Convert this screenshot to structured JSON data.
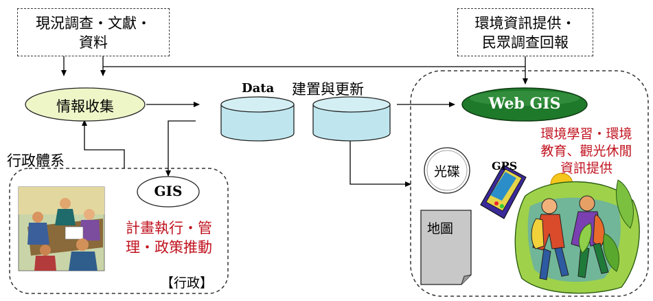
{
  "sources": {
    "left_box": {
      "line1": "現況調查・文獻・",
      "line2": "資料"
    },
    "right_box": {
      "line1": "環境資訊提供・",
      "line2": "民眾調查回報"
    }
  },
  "nodes": {
    "intel_collection": "情報收集",
    "data_label": "Data",
    "data_caption": "建置與更新",
    "web_gis": "Web GIS",
    "gis": "GIS",
    "admin_system": "行政體系",
    "admin_tasks": {
      "line1": "計畫執行・管",
      "line2": "理・政策推動"
    },
    "admin_tag": "【行政】",
    "public_services": {
      "line1": "環境學習・環境",
      "line2": "教育、觀光休閒",
      "line3": "資訊提供"
    },
    "cd": "光碟",
    "gps": "GPS",
    "map": "地圖"
  },
  "icons": [
    "meeting-clipart-icon",
    "gps-device-icon",
    "hikers-clipart-icon",
    "sun-icon",
    "leaf-icon"
  ],
  "colors": {
    "ellipse_fill": "#eef6c8",
    "web_gis_fill": "#1e7a2a",
    "cylinder_fill": "#bfe6ee",
    "accent_red": "#c0131f"
  }
}
